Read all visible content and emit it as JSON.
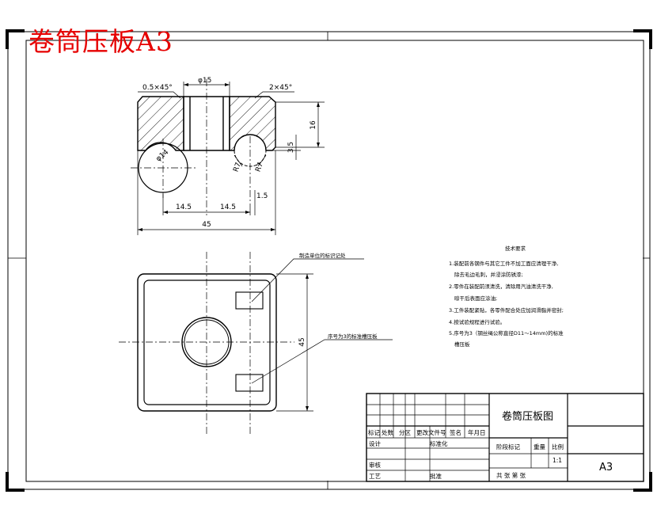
{
  "drawing": {
    "title_overlay": "卷筒压板A3"
  },
  "front_view": {
    "dims": {
      "chamfer_left": "0.5×45°",
      "bore": "φ15",
      "chamfer_right": "2×45°",
      "height": "16",
      "step": "3.5",
      "hole_dia": "φ14",
      "radius_a": "R7",
      "radius_b": "R7",
      "offset": "1.5",
      "half_left": "14.5",
      "half_right": "14.5",
      "width": "45"
    }
  },
  "top_view": {
    "leader_top": "制造单位的标识记处",
    "leader_bottom": "序号为3的标准槽压板",
    "side_dim": "45"
  },
  "tech_notes": {
    "heading": "技术要求",
    "items": [
      "1.装配前各钢件与其它工件不加工面应清理干净,",
      "除去毛边毛刺，并浸涂防锈漆;",
      "2.零件在装配前须清洗，清除用汽油清洗干净,",
      "晾干后表面应涂油;",
      "3.工件装配紧贴，各零件配合处应加润滑脂并密封;",
      "4.按试验规程进行试验。",
      "5.序号为3（钢丝绳公称直径D11～14mm)的标准",
      "槽压板"
    ]
  },
  "title_block": {
    "part_name": "卷筒压板图",
    "sheet_size": "A3",
    "row_headers": [
      "标记",
      "处数",
      "分区",
      "更改文件号",
      "签名",
      "年月日"
    ],
    "design": "设计",
    "standardize": "标准化",
    "review": "审核",
    "process": "工艺",
    "approve": "批准",
    "stage_mark": "阶段标记",
    "weight": "重量",
    "scale": "比例",
    "scale_value": "1:1",
    "sheet_count": "共 张 第 张"
  }
}
